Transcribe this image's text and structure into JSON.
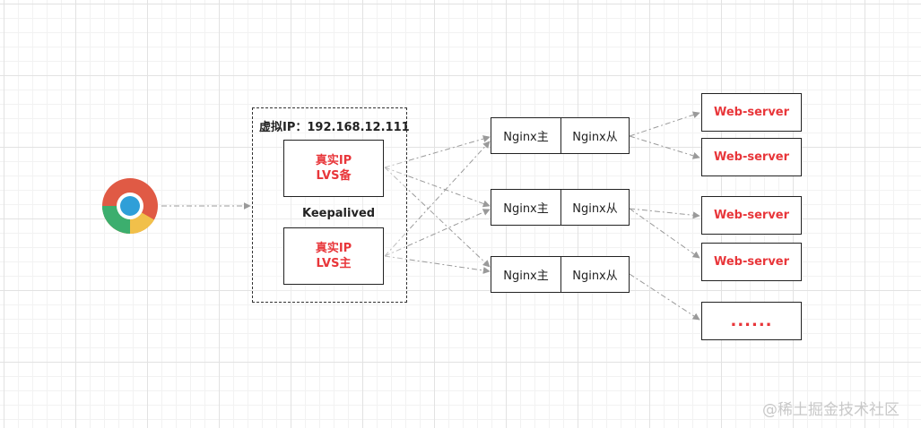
{
  "browser": {
    "icon": "chrome-icon"
  },
  "virtual_ip": {
    "label": "虚拟IP：192.168.12.111"
  },
  "lvs_backup": {
    "line1": "真实IP",
    "line2": "LVS备"
  },
  "keepalived": {
    "label": "Keepalived"
  },
  "lvs_master": {
    "line1": "真实IP",
    "line2": "LVS主"
  },
  "nginx": [
    {
      "master": "Nginx主",
      "slave": "Nginx从"
    },
    {
      "master": "Nginx主",
      "slave": "Nginx从"
    },
    {
      "master": "Nginx主",
      "slave": "Nginx从"
    }
  ],
  "web_servers": [
    "Web-server",
    "Web-server",
    "Web-server",
    "Web-server"
  ],
  "more": {
    "label": "......"
  },
  "watermark": "@稀土掘金技术社区",
  "colors": {
    "accent": "#e8363a",
    "edge": "#9a9a9a"
  }
}
